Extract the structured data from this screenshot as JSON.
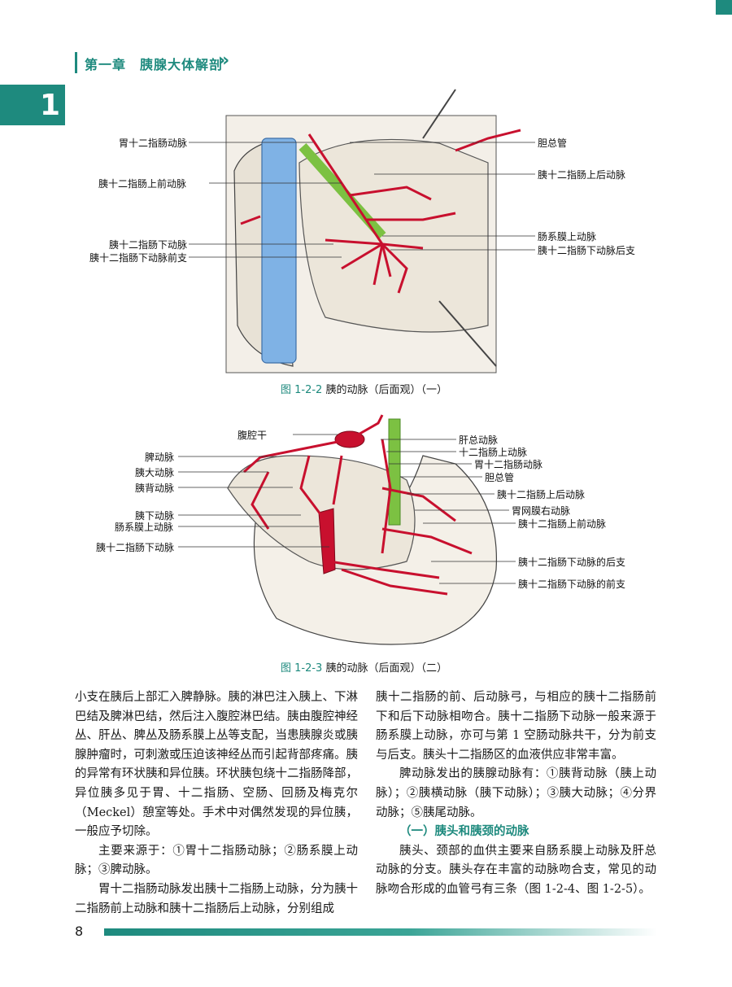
{
  "header": {
    "chapter_title": "第一章　胰腺大体解剖",
    "chapter_number": "1"
  },
  "figure1": {
    "caption_number": "图 1-2-2",
    "caption_text": "胰的动脉（后面观）（一）",
    "labels_left": [
      "胃十二指肠动脉",
      "胰十二指肠上前动脉",
      "胰十二指肠下动脉",
      "胰十二指肠下动脉前支"
    ],
    "labels_right": [
      "胆总管",
      "胰十二指肠上后动脉",
      "肠系膜上动脉",
      "胰十二指肠下动脉后支"
    ]
  },
  "figure2": {
    "caption_number": "图 1-2-3",
    "caption_text": "胰的动脉（后面观）（二）",
    "labels_left": [
      "腹腔干",
      "脾动脉",
      "胰大动脉",
      "胰背动脉",
      "胰下动脉",
      "肠系膜上动脉",
      "胰十二指肠下动脉"
    ],
    "labels_right": [
      "肝总动脉",
      "十二指肠上动脉",
      "胃十二指肠动脉",
      "胆总管",
      "胰十二指肠上后动脉",
      "胃网膜右动脉",
      "胰十二指肠上前动脉",
      "胰十二指肠下动脉的后支",
      "胰十二指肠下动脉的前支"
    ]
  },
  "body": {
    "left_p1": "小支在胰后上部汇入脾静脉。胰的淋巴注入胰上、下淋巴结及脾淋巴结，然后注入腹腔淋巴结。胰由腹腔神经丛、肝丛、脾丛及肠系膜上丛等支配，当患胰腺炎或胰腺肿瘤时，可刺激或压迫该神经丛而引起背部疼痛。胰的异常有环状胰和异位胰。环状胰包绕十二指肠降部，异位胰多见于胃、十二指肠、空肠、回肠及梅克尔（Meckel）憩室等处。手术中对偶然发现的异位胰，一般应予切除。",
    "left_p2": "主要来源于：①胃十二指肠动脉；②肠系膜上动脉；③脾动脉。",
    "left_p3": "胃十二指肠动脉发出胰十二指肠上动脉，分为胰十二指肠前上动脉和胰十二指肠后上动脉，分别组成",
    "right_p1": "胰十二指肠的前、后动脉弓，与相应的胰十二指肠前下和后下动脉相吻合。胰十二指肠下动脉一般来源于肠系膜上动脉，亦可与第 1 空肠动脉共干，分为前支与后支。胰头十二指肠区的血液供应非常丰富。",
    "right_p2": "脾动脉发出的胰腺动脉有：①胰背动脉（胰上动脉）；②胰横动脉（胰下动脉）；③胰大动脉；④分界动脉；⑤胰尾动脉。",
    "right_heading": "（一）胰头和胰颈的动脉",
    "right_p3": "胰头、颈部的血供主要来自肠系膜上动脉及肝总动脉的分支。胰头存在丰富的动脉吻合支，常见的动脉吻合形成的血管弓有三条（图 1-2-4、图 1-2-5）。"
  },
  "footer": {
    "page_number": "8"
  },
  "colors": {
    "accent": "#1e8a7e",
    "artery": "#c8102e",
    "bile_duct": "#7cc142",
    "vein": "#7fb2e5"
  }
}
